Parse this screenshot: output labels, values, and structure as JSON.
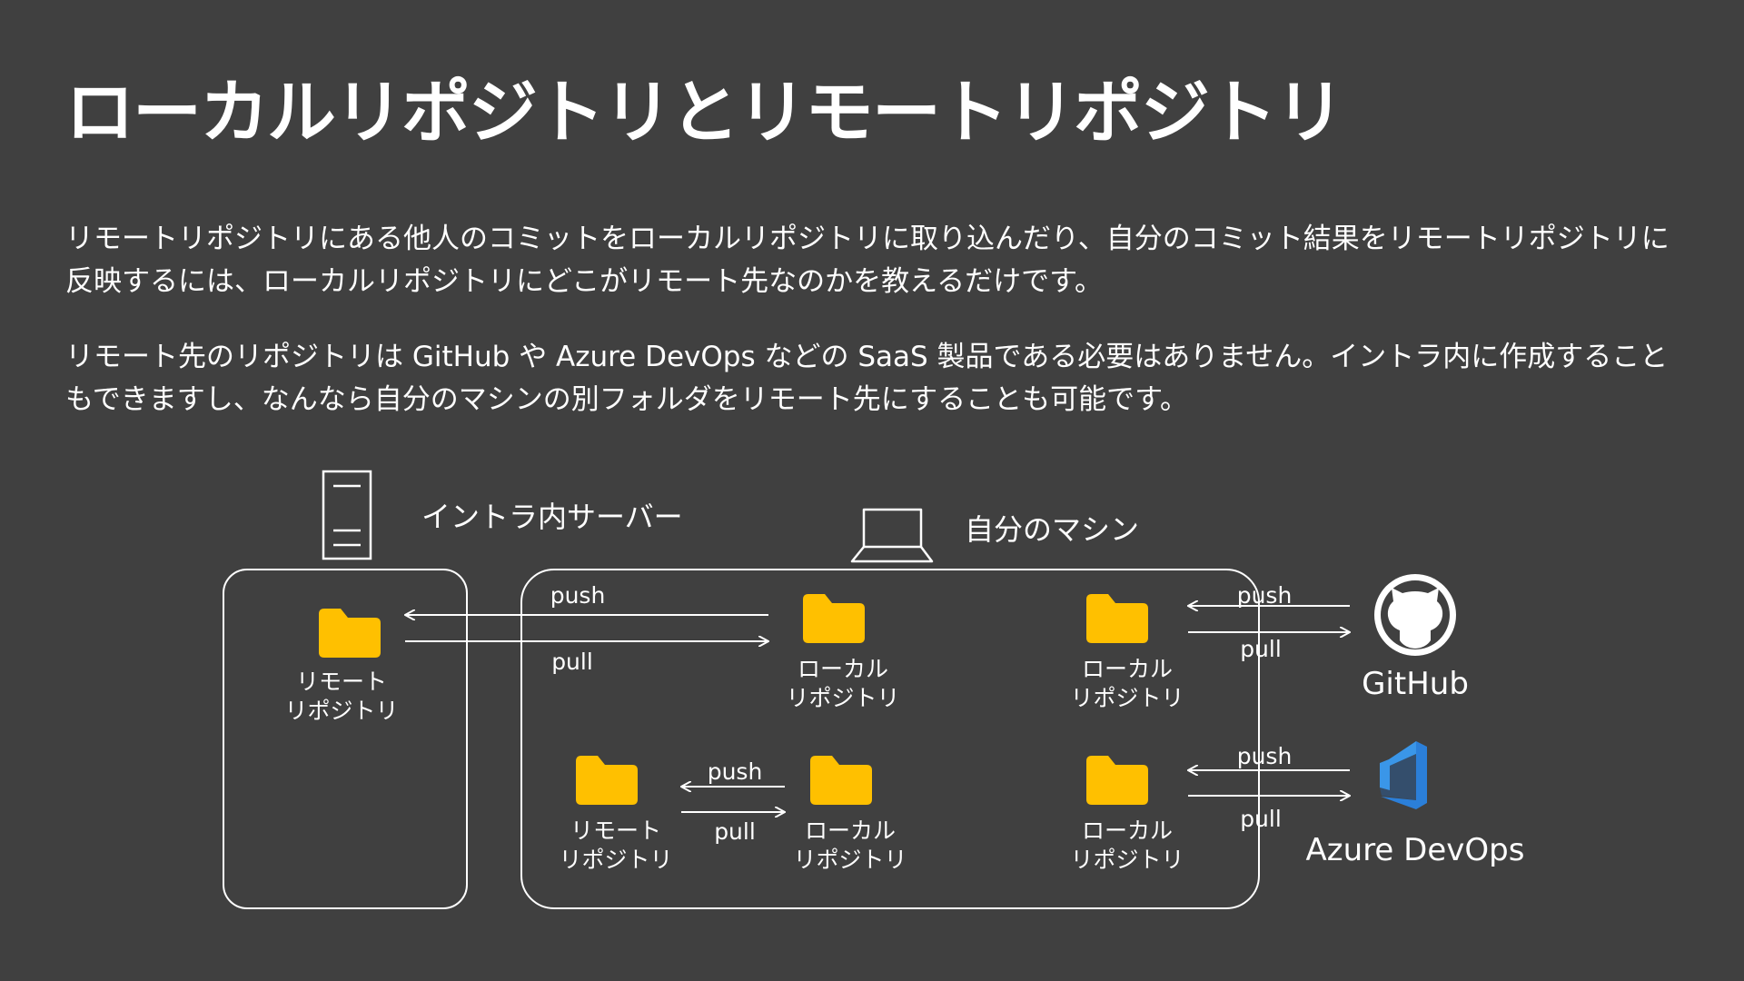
{
  "title": "ローカルリポジトリとリモートリポジトリ",
  "paragraphs": [
    "リモートリポジトリにある他人のコミットをローカルリポジトリに取り込んだり、自分のコミット結果をリモートリポジトリに反映するには、ローカルリポジトリにどこがリモート先なのかを教えるだけです。",
    "リモート先のリポジトリは GitHub や Azure DevOps などの SaaS 製品である必要はありません。イントラ内に作成することもできますし、なんなら自分のマシンの別フォルダをリモート先にすることも可能です。"
  ],
  "diagram": {
    "server_label": "イントラ内サーバー",
    "machine_label": "自分のマシン",
    "remote_label": [
      "リモート",
      "リポジトリ"
    ],
    "local_label": [
      "ローカル",
      "リポジトリ"
    ],
    "push": "push",
    "pull": "pull",
    "github_label": "GitHub",
    "azure_label": "Azure DevOps",
    "colors": {
      "background": "#404040",
      "folder": "#FFC000",
      "line": "#FFFFFF",
      "azure": "#2B7FD9"
    }
  }
}
